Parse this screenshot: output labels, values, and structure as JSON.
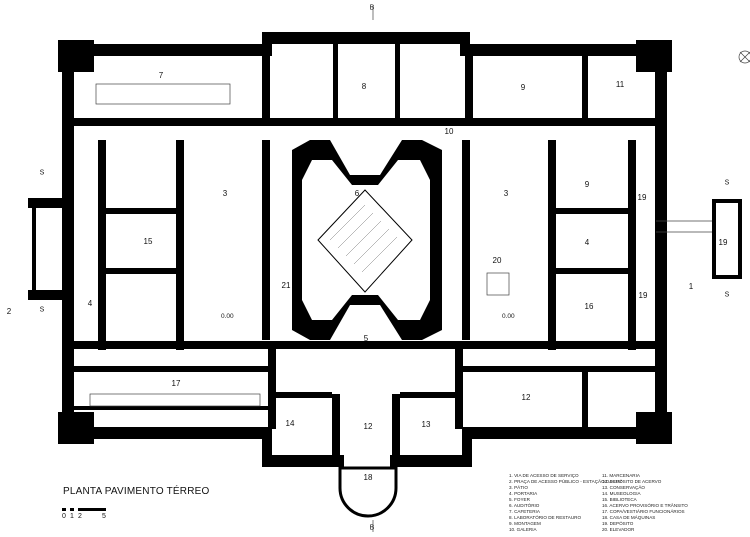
{
  "title": "PLANTA PAVIMENTO TÉRREO",
  "scale": {
    "ticks": [
      "0",
      "1",
      "2",
      "5"
    ]
  },
  "section_marks": {
    "b_top": "B",
    "b_bottom": "B",
    "s": "S"
  },
  "levels": {
    "left": "0.00",
    "right": "0.00"
  },
  "rooms": {
    "r1": "1",
    "r2": "2",
    "r3a": "3",
    "r3b": "3",
    "r4a": "4",
    "r4b": "4",
    "r5": "5",
    "r6": "6",
    "r7": "7",
    "r8": "8",
    "r9a": "9",
    "r9b": "9",
    "r10": "10",
    "r11": "11",
    "r12a": "12",
    "r12b": "12",
    "r13": "13",
    "r14": "14",
    "r15": "15",
    "r16": "16",
    "r17": "17",
    "r18": "18",
    "r19a": "19",
    "r19b": "19",
    "r19c": "19",
    "r20": "20",
    "r21": "21"
  },
  "legend_left": [
    "1. VIA DE ACESSO DE SERVIÇO",
    "2. PRAÇA DE ACESSO PÚBLICO - ESTAÇÃO DA LUZ",
    "3. PÁTIO",
    "4. PORTARIA",
    "5. FOYER",
    "6. AUDITÓRIO",
    "7. CAFETERIA",
    "8. LABORATÓRIO DE RESTAURO",
    "9. MONTAGEM",
    "10. GALERIA"
  ],
  "legend_right": [
    "11. MARCENARIA",
    "12. DEPÓSITO DE ACERVO",
    "13. CONSERVAÇÃO",
    "14. MUSEOLOGIA",
    "15. BIBLIOTECA",
    "16. ACERVO PROVISÓRIO E TRÂNSITO",
    "17. COPA/VESTIÁRIO FUNCIONÁRIOS",
    "18. CASA DE MÁQUINAS",
    "19. DEPÓSITO",
    "20. ELEVADOR"
  ]
}
